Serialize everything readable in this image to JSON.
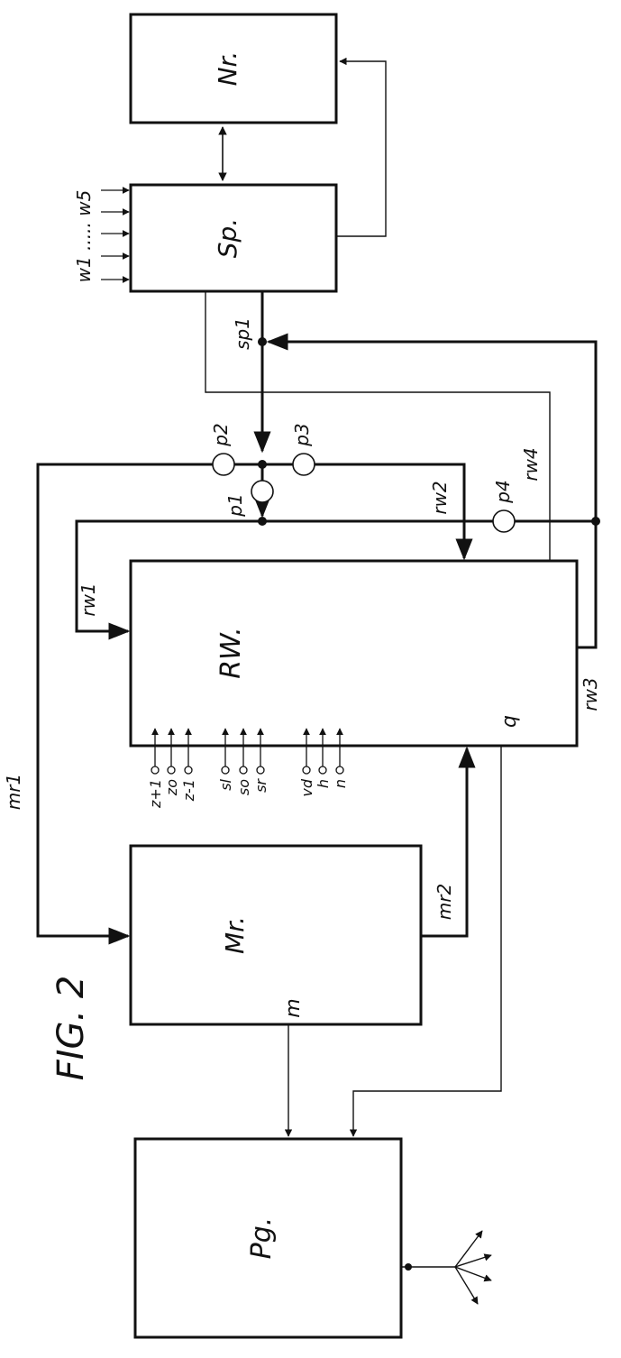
{
  "figure_label": "FIG. 2",
  "blocks": {
    "nr": "Nr.",
    "sp": "Sp.",
    "rw": "RW.",
    "mr": "Mr.",
    "pg": "Pg."
  },
  "sp_inputs": [
    "w1",
    "w5"
  ],
  "sp_inputs_text": "w1 ..... w5",
  "line_labels": {
    "sp1": "sp1",
    "rw1": "rw1",
    "rw2": "rw2",
    "rw3": "rw3",
    "rw4": "rw4",
    "mr1": "mr1",
    "mr2": "mr2",
    "m": "m",
    "q": "q"
  },
  "points": {
    "p1": "p1",
    "p2": "p2",
    "p3": "p3",
    "p4": "p4"
  },
  "rw_inputs": {
    "group1": [
      "z+1",
      "zo",
      "z-1"
    ],
    "group2": [
      "sl",
      "so",
      "sr"
    ],
    "group3": [
      "vd",
      "h",
      "n"
    ]
  },
  "colors": {
    "ink": "#111111",
    "paper": "#ffffff"
  }
}
